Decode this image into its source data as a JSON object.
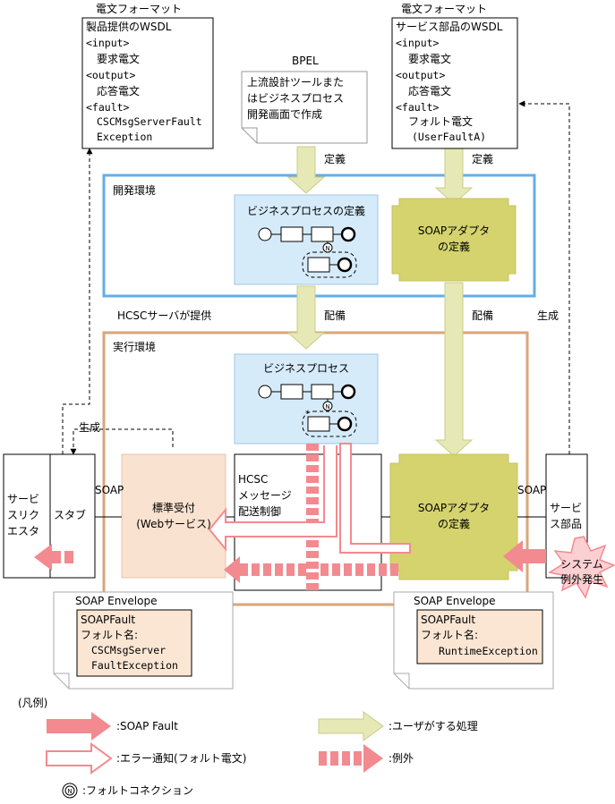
{
  "wsdl_left": {
    "caption": "電文フォーマット",
    "title": "製品提供のWSDL",
    "input_tag": "<input>",
    "input_msg": "要求電文",
    "output_tag": "<output>",
    "output_msg": "応答電文",
    "fault_tag": "<fault>",
    "fault_msg1": "CSCMsgServerFault",
    "fault_msg2": "Exception"
  },
  "wsdl_right": {
    "caption": "電文フォーマット",
    "title": "サービス部品のWSDL",
    "input_tag": "<input>",
    "input_msg": "要求電文",
    "output_tag": "<output>",
    "output_msg": "応答電文",
    "fault_tag": "<fault>",
    "fault_msg1": "フォルト電文",
    "fault_msg2": "(UserFaultA)"
  },
  "bpel": {
    "label": "BPEL",
    "line1": "上流設計ツールまた",
    "line2": "はビジネスプロセス",
    "line3": "開発画面で作成"
  },
  "labels": {
    "define1": "定義",
    "define2": "定義",
    "deploy1": "配備",
    "deploy2": "配備",
    "generate_left": "生成",
    "generate_right": "生成",
    "hcsc_provides": "HCSCサーバが提供",
    "soap_left": "SOAP",
    "soap_right": "SOAP"
  },
  "dev_env": {
    "label": "開発環境",
    "bp_def": "ビジネスプロセスの定義",
    "soap_adapter_line1": "SOAPアダプタ",
    "soap_adapter_line2": "の定義"
  },
  "run_env": {
    "label": "実行環境",
    "bp": "ビジネスプロセス",
    "std_recv_line1": "標準受付",
    "std_recv_line2": "(Webサービス)",
    "hcsc_line1": "HCSC",
    "hcsc_line2": "メッセージ",
    "hcsc_line3": "配送制御",
    "soap_adapter_line1": "SOAPアダプタ",
    "soap_adapter_line2": "の定義"
  },
  "requester": {
    "line1": "サービ",
    "line2": "スリク",
    "line3": "エスタ"
  },
  "stub": "スタブ",
  "service_part": {
    "line1": "サービ",
    "line2": "ス部品"
  },
  "system_exception": {
    "line1": "システム",
    "line2": "例外発生"
  },
  "envelope_left": {
    "title": "SOAP Envelope",
    "fault": "SOAPFault",
    "fault_name_label": "フォルト名:",
    "fault_name1": "CSCMsgServer",
    "fault_name2": "FaultException"
  },
  "envelope_right": {
    "title": "SOAP Envelope",
    "fault": "SOAPFault",
    "fault_name_label": "フォルト名:",
    "fault_name": "RuntimeException"
  },
  "legend": {
    "title": "(凡例)",
    "soap_fault": ":SOAP Fault",
    "user_process": ":ユーザがする処理",
    "error_notice": ":エラー通知(フォルト電文)",
    "exception": ":例外",
    "fault_connection": ":フォルトコネクション"
  },
  "colors": {
    "soap_fault": "#f38a90",
    "user_process": "#e6e8b6",
    "dev_env_border": "#64aee6",
    "run_env_border": "#d9a67a",
    "bp_fill": "#d6ebfa",
    "adapter_fill": "#d5d36e",
    "std_recv_fill": "#f9e2cf",
    "envelope_fill": "#fbe6d4"
  }
}
